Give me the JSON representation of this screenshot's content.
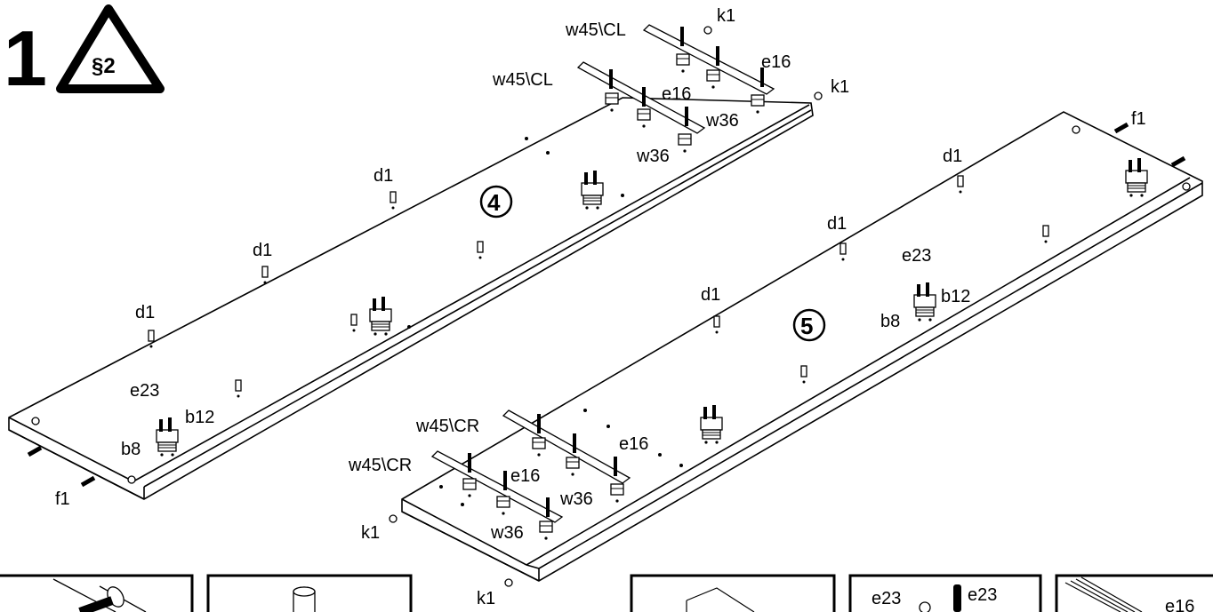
{
  "header": {
    "step_number": "1",
    "warning_label": "§2"
  },
  "panels": [
    {
      "id": "panel-4",
      "number": "4"
    },
    {
      "id": "panel-5",
      "number": "5"
    }
  ],
  "labels": {
    "w45_cl": "w45\\CL",
    "w45_cr": "w45\\CR",
    "k1": "k1",
    "e16": "e16",
    "w36": "w36",
    "d1": "d1",
    "f1": "f1",
    "e23": "e23",
    "b12": "b12",
    "b8": "b8"
  },
  "detail_boxes": [
    {
      "id": "detail-drill"
    },
    {
      "id": "detail-dowel"
    },
    {
      "id": "detail-edge"
    },
    {
      "id": "detail-screws",
      "labels": [
        "e23",
        "e23"
      ]
    },
    {
      "id": "detail-rail",
      "labels": [
        "e16"
      ]
    }
  ]
}
